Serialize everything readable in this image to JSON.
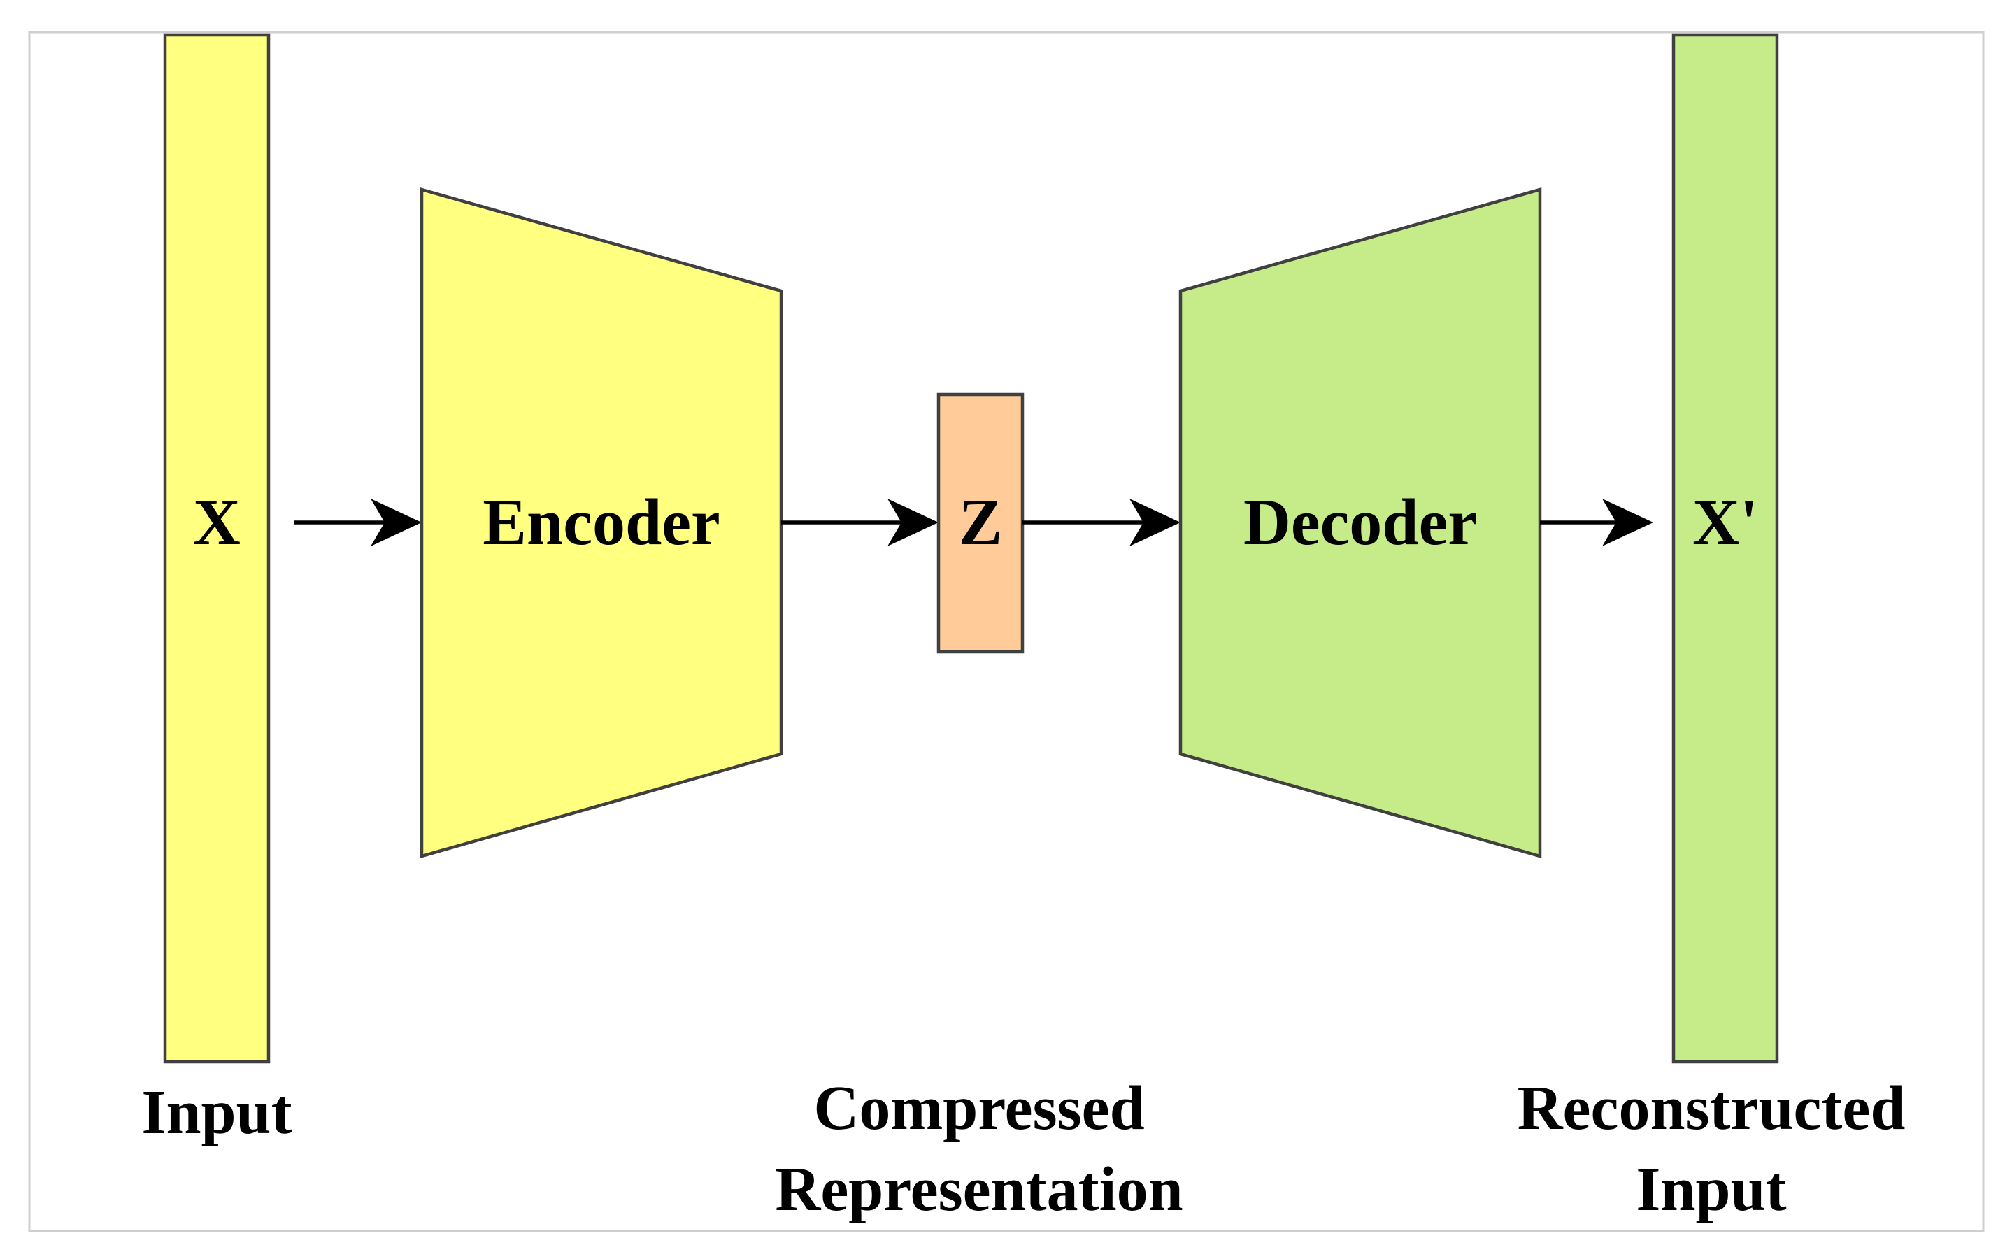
{
  "colors": {
    "input_fill": "#FFFF80",
    "encoder_fill": "#FFFF80",
    "latent_fill": "#FFCC99",
    "decoder_fill": "#C6EC8A",
    "output_fill": "#C6EC8A",
    "outline": "#404040",
    "arrow": "#000000"
  },
  "blocks": {
    "input": {
      "label": "X"
    },
    "encoder": {
      "label": "Encoder"
    },
    "latent": {
      "label": "Z"
    },
    "decoder": {
      "label": "Decoder"
    },
    "output": {
      "label": "X'"
    }
  },
  "captions": {
    "input": {
      "line1": "Input"
    },
    "latent": {
      "line1": "Compressed",
      "line2": "Representation"
    },
    "output": {
      "line1": "Reconstructed",
      "line2": "Input"
    }
  }
}
